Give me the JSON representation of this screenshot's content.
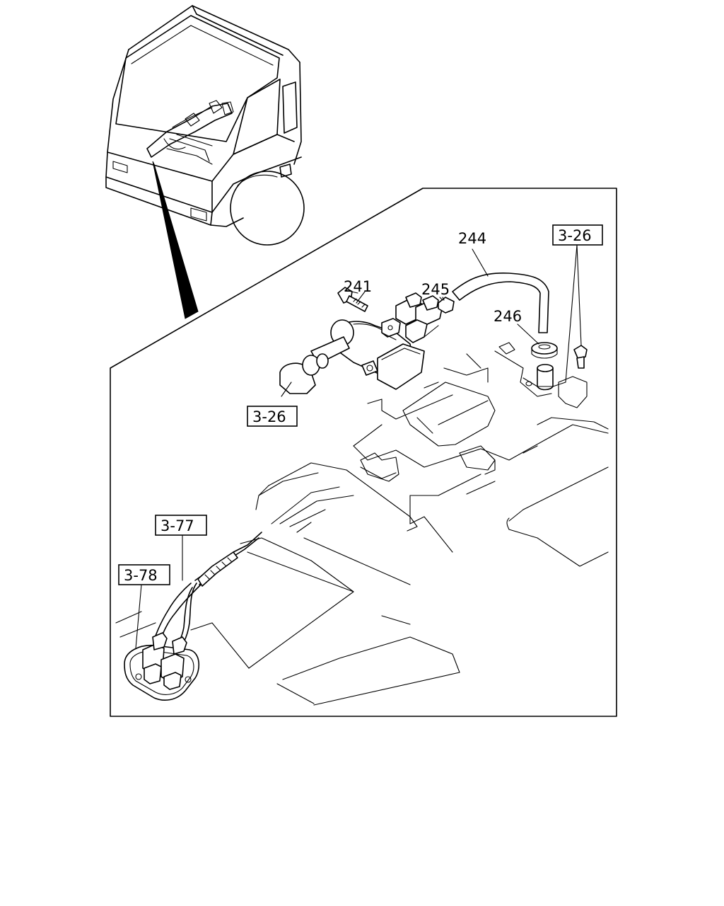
{
  "callouts": {
    "c241": "241",
    "c244": "244",
    "c245": "245",
    "c246": "246"
  },
  "refs": {
    "ref_3_26_top": "3-26",
    "ref_3_26_left": "3-26",
    "ref_3_77": "3-77",
    "ref_3_78": "3-78"
  }
}
